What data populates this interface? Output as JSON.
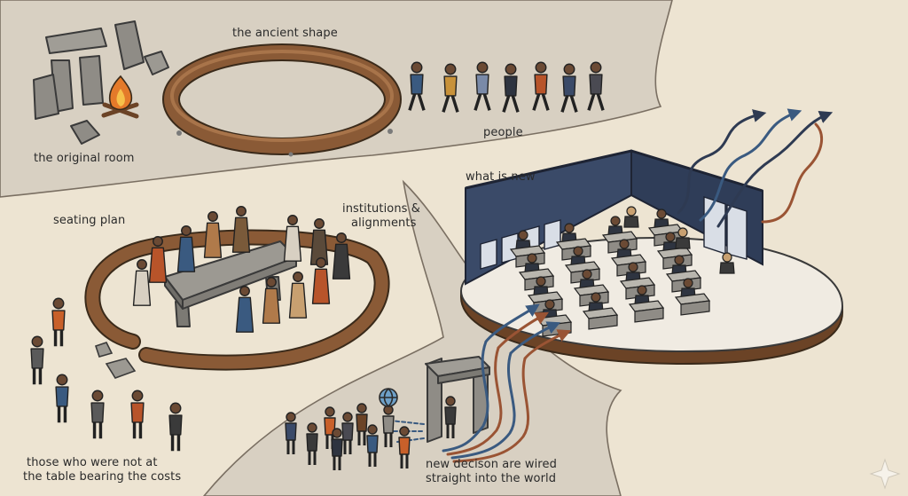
{
  "labels": {
    "original_room": "the original room",
    "ancient_shape": "the ancient shape",
    "people": "people",
    "what_is_new": "what is new",
    "seating_plan": "seating plan",
    "institutions_line1": "institutions &",
    "institutions_line2": "alignments",
    "costs_line1": "those who were not at",
    "costs_line2": "the table bearing the costs",
    "wired_line1": "new decison are wired",
    "wired_line2": "straight into the world"
  },
  "colors": {
    "parchment_light": "#ede4d2",
    "parchment_dark": "#d8d0c2",
    "earth": "#8a5a36",
    "stone": "#8f8c86",
    "wall_navy": "#3a4a68",
    "arrow_blue": "#3a5a80",
    "arrow_rust": "#9a5434",
    "ink": "#2a2a2a"
  },
  "icons": [
    "standing-stones-icon",
    "campfire-icon",
    "earth-ring-icon",
    "walking-person-icon",
    "stone-table-icon",
    "distressed-person-icon",
    "office-room-icon",
    "desk-worker-icon",
    "gateway-icon",
    "globe-icon",
    "flow-arrow-icon",
    "sparkle-icon"
  ]
}
